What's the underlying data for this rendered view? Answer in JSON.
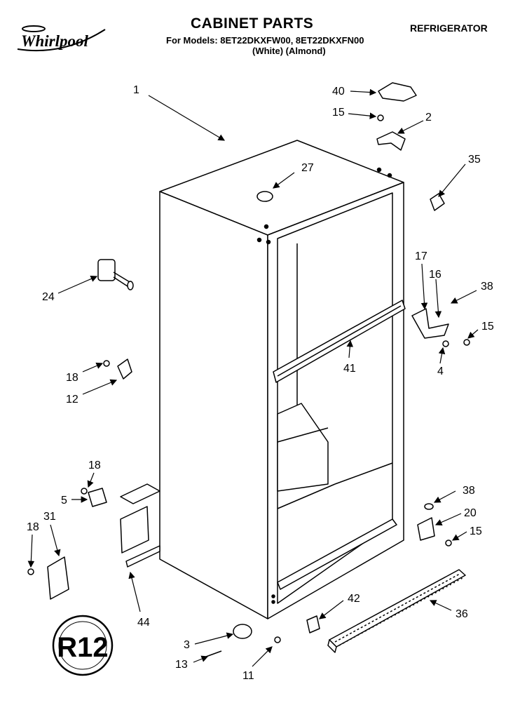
{
  "header": {
    "brand": "Whirlpool",
    "title": "CABINET PARTS",
    "models": "For Models: 8ET22DKXFW00, 8ET22DKXFN00",
    "variants": "(White)      (Almond)",
    "category": "REFRIGERATOR"
  },
  "badge": {
    "text": "R12"
  },
  "callouts": {
    "c1": "1",
    "c2": "2",
    "c3": "3",
    "c4": "4",
    "c5": "5",
    "c11": "11",
    "c12": "12",
    "c13": "13",
    "c15a": "15",
    "c15b": "15",
    "c15c": "15",
    "c16": "16",
    "c17": "17",
    "c18a": "18",
    "c18b": "18",
    "c18c": "18",
    "c20": "20",
    "c24": "24",
    "c27": "27",
    "c31": "31",
    "c35": "35",
    "c36": "36",
    "c38a": "38",
    "c38b": "38",
    "c40": "40",
    "c41": "41",
    "c42": "42",
    "c44": "44"
  }
}
